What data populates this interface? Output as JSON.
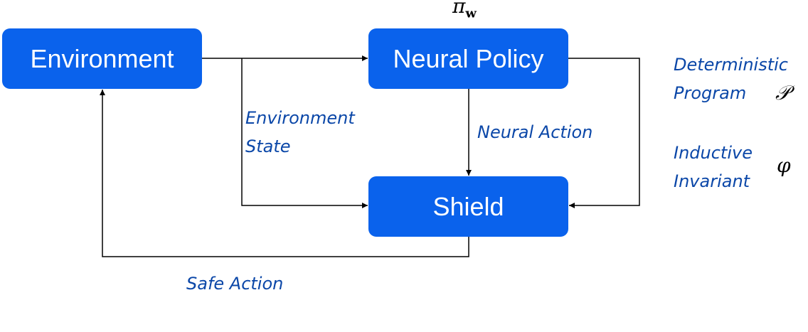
{
  "nodes": {
    "environment": "Environment",
    "neural_policy": "Neural Policy",
    "shield": "Shield"
  },
  "edge_labels": {
    "environment_state_line1": "Environment",
    "environment_state_line2": "State",
    "neural_action": "Neural Action",
    "safe_action": "Safe Action"
  },
  "side_labels": {
    "program_line1": "Deterministic",
    "program_line2": "Program",
    "program_symbol": "𝒫",
    "invariant_line1": "Inductive",
    "invariant_line2": "Invariant",
    "invariant_symbol": "φ"
  },
  "policy_symbol": "π",
  "policy_subscript": "w",
  "colors": {
    "box_fill": "#0a62ec",
    "box_text": "#ffffff",
    "label_text": "#0b47a8",
    "line": "#000000"
  }
}
